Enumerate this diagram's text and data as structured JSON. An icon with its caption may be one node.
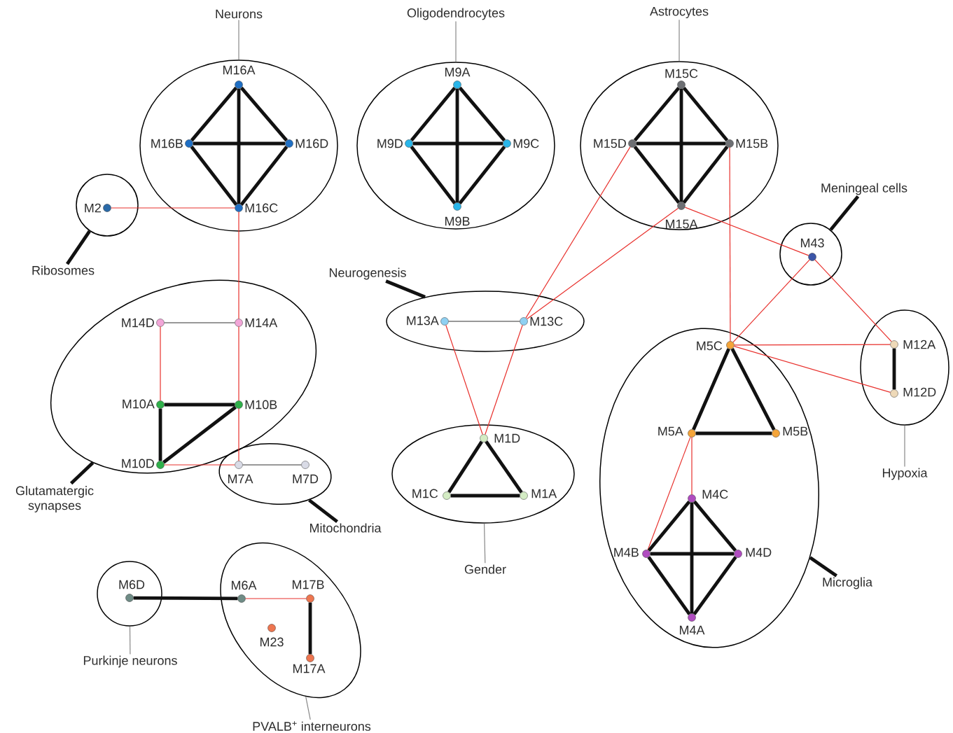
{
  "diagram": {
    "nodes": [
      {
        "text": [
          "Neurons"
        ]
      },
      {
        "text": [],
        "shape": "ellipse"
      },
      {
        "text": [
          "M16A"
        ],
        "in": 1
      },
      {
        "text": [
          "M16B"
        ],
        "in": 1
      },
      {
        "text": [
          "M16D"
        ],
        "in": 1
      },
      {
        "text": [
          "M16C"
        ],
        "in": 1
      },
      {
        "text": [
          "Oligodendrocytes"
        ]
      },
      {
        "text": [],
        "shape": "ellipse"
      },
      {
        "text": [
          "M9A"
        ],
        "in": 7
      },
      {
        "text": [
          "M9D"
        ],
        "in": 7
      },
      {
        "text": [
          "M9C"
        ],
        "in": 7
      },
      {
        "text": [
          "M9B"
        ],
        "in": 7
      },
      {
        "text": [
          "Astrocytes"
        ]
      },
      {
        "text": [],
        "shape": "ellipse"
      },
      {
        "text": [
          "M15C"
        ],
        "in": 13
      },
      {
        "text": [
          "M15D"
        ],
        "in": 13
      },
      {
        "text": [
          "M15B"
        ],
        "in": 13
      },
      {
        "text": [
          "M15A"
        ],
        "in": 13
      },
      {
        "text": [
          "Meningeal cells"
        ]
      },
      {
        "text": [],
        "shape": "circle"
      },
      {
        "text": [
          "M43"
        ],
        "in": 19
      },
      {
        "text": [],
        "shape": "circle"
      },
      {
        "text": [
          "M2"
        ],
        "in": 21
      },
      {
        "text": [
          "Ribosomes"
        ]
      },
      {
        "text": [
          "Neurogenesis"
        ]
      },
      {
        "text": [],
        "shape": "ellipse"
      },
      {
        "text": [
          "M13A"
        ],
        "in": 25
      },
      {
        "text": [
          "M13C"
        ],
        "in": 25
      },
      {
        "text": [],
        "shape": "ellipse"
      },
      {
        "text": [
          "M14D"
        ],
        "in": 28
      },
      {
        "text": [
          "M14A"
        ],
        "in": 28
      },
      {
        "text": [
          "M10A"
        ],
        "in": 28
      },
      {
        "text": [
          "M10B"
        ],
        "in": 28
      },
      {
        "text": [
          "M10D"
        ],
        "in": 28
      },
      {
        "text": [
          "Glutamatergic synapses"
        ]
      },
      {
        "text": [],
        "shape": "ellipse"
      },
      {
        "text": [
          "M7A"
        ],
        "in": 35
      },
      {
        "text": [
          "M7D"
        ],
        "in": 35
      },
      {
        "text": [
          "Mitochondria"
        ]
      },
      {
        "text": [],
        "shape": "ellipse"
      },
      {
        "text": [
          "M1D"
        ],
        "in": 39
      },
      {
        "text": [
          "M1C"
        ],
        "in": 39
      },
      {
        "text": [
          "M1A"
        ],
        "in": 39
      },
      {
        "text": [
          "Gender"
        ]
      },
      {
        "text": [],
        "shape": "ellipse"
      },
      {
        "text": [
          "M5C"
        ],
        "in": 44
      },
      {
        "text": [
          "M5A"
        ],
        "in": 44
      },
      {
        "text": [
          "M5B"
        ],
        "in": 44
      },
      {
        "text": [
          "M4C"
        ],
        "in": 44
      },
      {
        "text": [
          "M4B"
        ],
        "in": 44
      },
      {
        "text": [
          "M4D"
        ],
        "in": 44
      },
      {
        "text": [
          "M4A"
        ],
        "in": 44
      },
      {
        "text": [
          "Microglia"
        ]
      },
      {
        "text": [],
        "shape": "ellipse"
      },
      {
        "text": [
          "M12A"
        ],
        "in": 53
      },
      {
        "text": [
          "M12D"
        ],
        "in": 53
      },
      {
        "text": [
          "Hypoxia"
        ]
      },
      {
        "text": [],
        "shape": "circle"
      },
      {
        "text": [
          "M6D"
        ],
        "in": 57
      },
      {
        "text": [
          "Purkinje neurons"
        ]
      },
      {
        "text": [],
        "shape": "ellipse"
      },
      {
        "text": [
          "M6A"
        ],
        "in": 60
      },
      {
        "text": [
          "M17B"
        ],
        "in": 60
      },
      {
        "text": [
          "M23"
        ],
        "in": 60
      },
      {
        "text": [
          "M17A"
        ],
        "in": 60
      },
      {
        "text": [
          "PVALB$^{+}$ interneurons"
        ]
      }
    ],
    "edges": [
      {
        "from": 0,
        "to": 1,
        "arrow": "none",
        "color": "#888888"
      },
      {
        "from": 6,
        "to": 7,
        "arrow": "none",
        "color": "#888888"
      },
      {
        "from": 12,
        "to": 13,
        "arrow": "none",
        "color": "#888888"
      },
      {
        "from": 18,
        "to": 19,
        "arrow": "none"
      },
      {
        "from": 23,
        "to": 21,
        "arrow": "none"
      },
      {
        "from": 24,
        "to": 25,
        "arrow": "none"
      },
      {
        "from": 34,
        "to": 28,
        "arrow": "none"
      },
      {
        "from": 38,
        "to": 35,
        "arrow": "none"
      },
      {
        "from": 43,
        "to": 39,
        "arrow": "none",
        "color": "#888888"
      },
      {
        "from": 52,
        "to": 44,
        "arrow": "none"
      },
      {
        "from": 56,
        "to": 53,
        "arrow": "none",
        "color": "#888888"
      },
      {
        "from": 59,
        "to": 57,
        "arrow": "none",
        "color": "#888888"
      },
      {
        "from": 65,
        "to": 60,
        "arrow": "none",
        "color": "#888888"
      },
      {
        "from": 2,
        "to": 3,
        "arrow": "none"
      },
      {
        "from": 2,
        "to": 4,
        "arrow": "none"
      },
      {
        "from": 2,
        "to": 5,
        "arrow": "none"
      },
      {
        "from": 3,
        "to": 4,
        "arrow": "none"
      },
      {
        "from": 3,
        "to": 5,
        "arrow": "none"
      },
      {
        "from": 4,
        "to": 5,
        "arrow": "none"
      },
      {
        "from": 8,
        "to": 9,
        "arrow": "none"
      },
      {
        "from": 8,
        "to": 10,
        "arrow": "none"
      },
      {
        "from": 8,
        "to": 11,
        "arrow": "none"
      },
      {
        "from": 9,
        "to": 10,
        "arrow": "none"
      },
      {
        "from": 9,
        "to": 11,
        "arrow": "none"
      },
      {
        "from": 10,
        "to": 11,
        "arrow": "none"
      },
      {
        "from": 14,
        "to": 15,
        "arrow": "none"
      },
      {
        "from": 14,
        "to": 16,
        "arrow": "none"
      },
      {
        "from": 14,
        "to": 17,
        "arrow": "none"
      },
      {
        "from": 15,
        "to": 16,
        "arrow": "none"
      },
      {
        "from": 15,
        "to": 17,
        "arrow": "none"
      },
      {
        "from": 16,
        "to": 17,
        "arrow": "none"
      },
      {
        "from": 22,
        "to": 5,
        "arrow": "none",
        "color": "#e8302c"
      },
      {
        "from": 5,
        "to": 30,
        "arrow": "none",
        "color": "#e8302c"
      },
      {
        "from": 29,
        "to": 30,
        "arrow": "none",
        "color": "#333333"
      },
      {
        "from": 29,
        "to": 31,
        "arrow": "none",
        "color": "#e8302c"
      },
      {
        "from": 30,
        "to": 32,
        "arrow": "none",
        "color": "#e8302c"
      },
      {
        "from": 31,
        "to": 32,
        "arrow": "none"
      },
      {
        "from": 31,
        "to": 33,
        "arrow": "none"
      },
      {
        "from": 33,
        "to": 32,
        "arrow": "none"
      },
      {
        "from": 32,
        "to": 36,
        "arrow": "none",
        "color": "#e8302c"
      },
      {
        "from": 33,
        "to": 36,
        "arrow": "none",
        "color": "#e8302c"
      },
      {
        "from": 36,
        "to": 37,
        "arrow": "none",
        "color": "#333333"
      },
      {
        "from": 26,
        "to": 27,
        "arrow": "none",
        "color": "#333333"
      },
      {
        "from": 15,
        "to": 27,
        "arrow": "none",
        "color": "#e8302c"
      },
      {
        "from": 17,
        "to": 27,
        "arrow": "none",
        "color": "#e8302c"
      },
      {
        "from": 17,
        "to": 20,
        "arrow": "none",
        "color": "#e8302c"
      },
      {
        "from": 16,
        "to": 45,
        "arrow": "none",
        "color": "#e8302c"
      },
      {
        "from": 20,
        "to": 45,
        "arrow": "none",
        "color": "#e8302c"
      },
      {
        "from": 20,
        "to": 54,
        "arrow": "none",
        "color": "#e8302c"
      },
      {
        "from": 45,
        "to": 54,
        "arrow": "none",
        "color": "#e8302c"
      },
      {
        "from": 45,
        "to": 55,
        "arrow": "none",
        "color": "#e8302c"
      },
      {
        "from": 54,
        "to": 55,
        "arrow": "none"
      },
      {
        "from": 26,
        "to": 40,
        "arrow": "none",
        "color": "#e8302c"
      },
      {
        "from": 27,
        "to": 40,
        "arrow": "none",
        "color": "#e8302c"
      },
      {
        "from": 40,
        "to": 41,
        "arrow": "none"
      },
      {
        "from": 40,
        "to": 42,
        "arrow": "none"
      },
      {
        "from": 41,
        "to": 42,
        "arrow": "none"
      },
      {
        "from": 45,
        "to": 46,
        "arrow": "none"
      },
      {
        "from": 45,
        "to": 47,
        "arrow": "none"
      },
      {
        "from": 46,
        "to": 47,
        "arrow": "none"
      },
      {
        "from": 46,
        "to": 48,
        "arrow": "none",
        "color": "#e8302c"
      },
      {
        "from": 46,
        "to": 49,
        "arrow": "none",
        "color": "#e8302c"
      },
      {
        "from": 48,
        "to": 49,
        "arrow": "none"
      },
      {
        "from": 48,
        "to": 50,
        "arrow": "none"
      },
      {
        "from": 48,
        "to": 51,
        "arrow": "none"
      },
      {
        "from": 49,
        "to": 50,
        "arrow": "none"
      },
      {
        "from": 49,
        "to": 51,
        "arrow": "none"
      },
      {
        "from": 50,
        "to": 51,
        "arrow": "none"
      },
      {
        "from": 58,
        "to": 61,
        "arrow": "none"
      },
      {
        "from": 61,
        "to": 62,
        "arrow": "none",
        "color": "#e8302c"
      },
      {
        "from": 62,
        "to": 64,
        "arrow": "none"
      }
    ]
  }
}
